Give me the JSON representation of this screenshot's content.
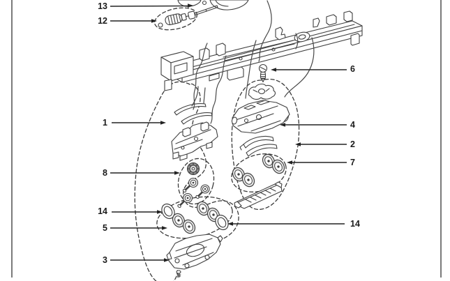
{
  "callouts": {
    "c13": "13",
    "c12": "12",
    "c1": "1",
    "c8": "8",
    "c14_left": "14",
    "c5": "5",
    "c3": "3",
    "c6": "6",
    "c4": "4",
    "c2": "2",
    "c7": "7",
    "c14_right": "14"
  },
  "colors": {
    "background": "#ffffff",
    "artwork_line": "#3f3f3f",
    "callout_text": "#1b1b1b",
    "page_border": "#7a7a7a"
  }
}
